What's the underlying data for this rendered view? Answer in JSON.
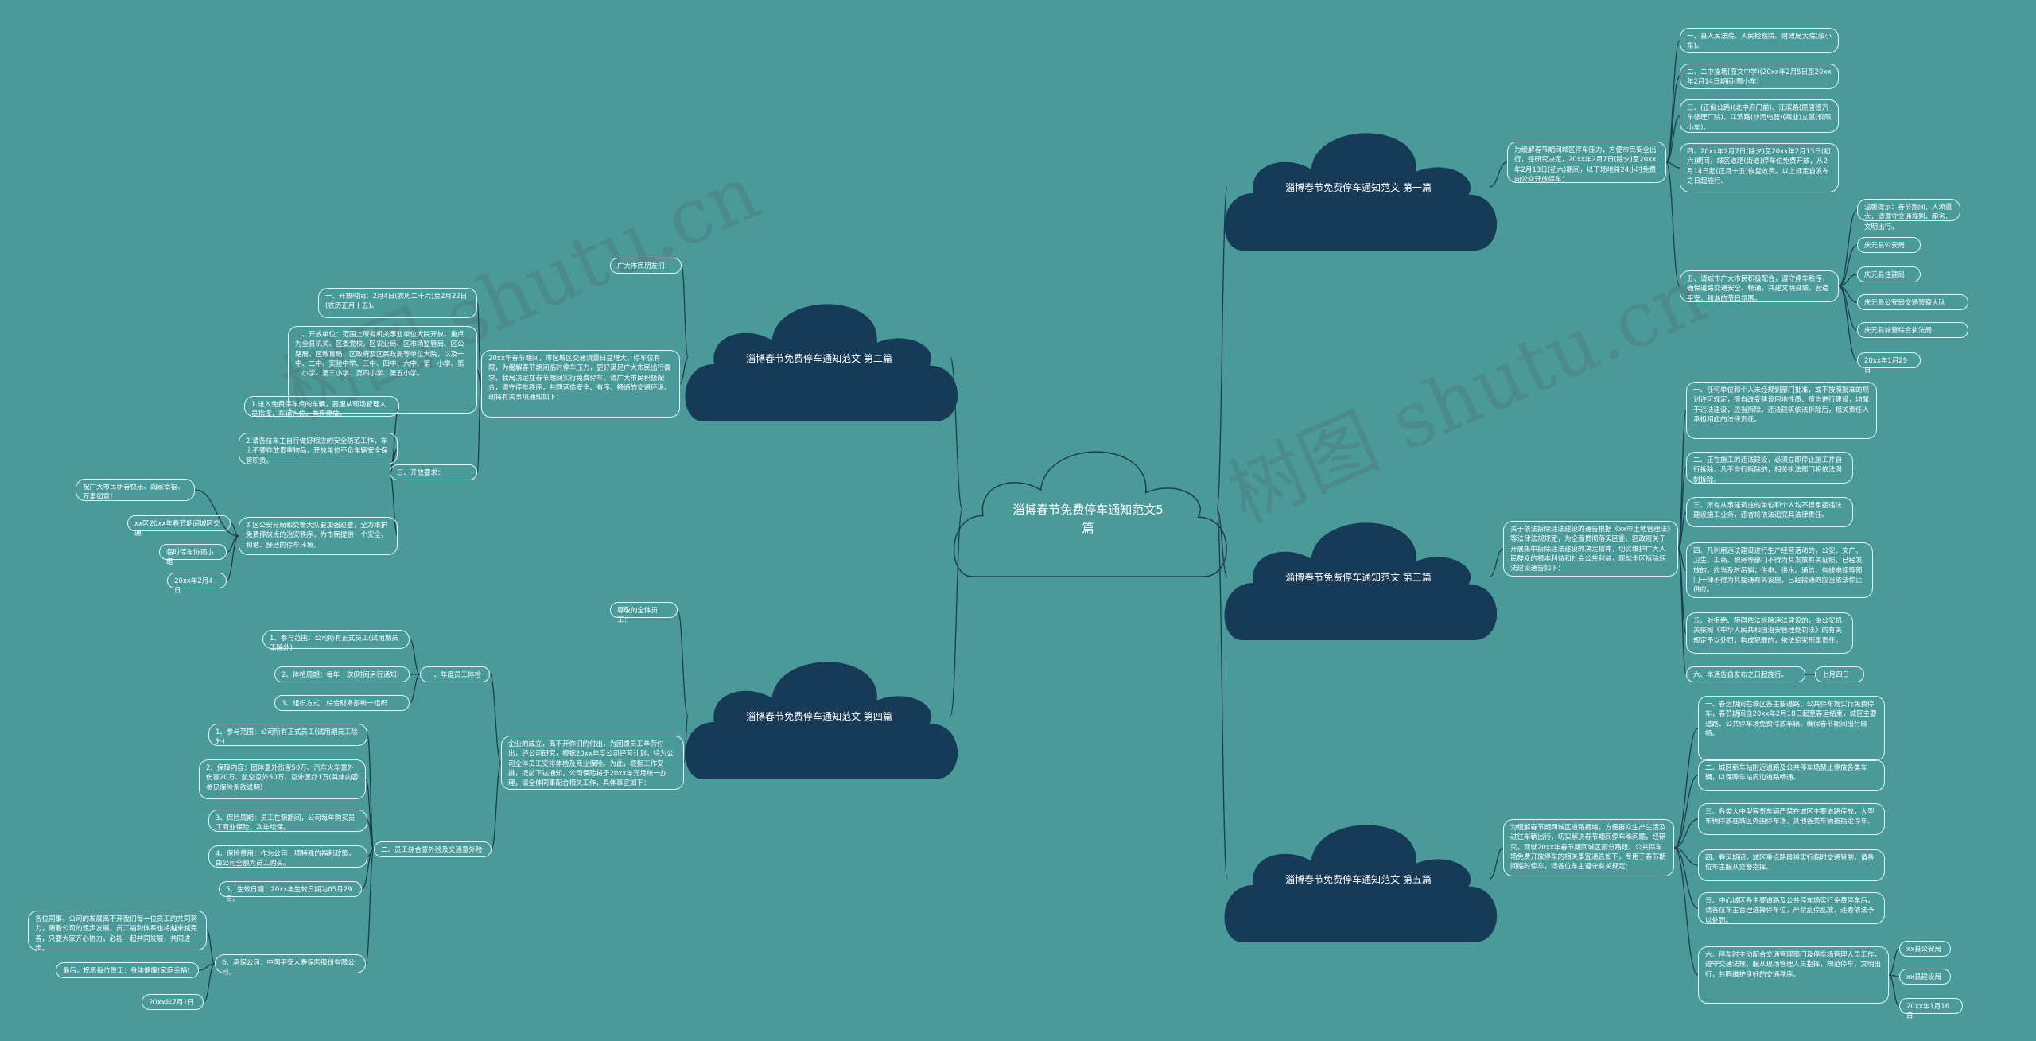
{
  "watermark": "树图 shutu.cn",
  "center": {
    "title": "淄博春节免费停车通知范文5篇"
  },
  "branches": [
    {
      "title": "淄博春节免费停车通知范文 第一篇",
      "intro": "为缓解春节期间城区停车压力，方便市民安全出行，经研究决定，20xx年2月7日(除夕)至20xx年2月13日(初六)期间，以下场地将24小时免费向公众开放停车：",
      "items": [
        "一、县人民法院、人民检察院、财政局大院(限小车)。",
        "二、二中操场(原文中学)(20xx年2月5日至20xx年2月14日期间(限小车)",
        "三、(正偏公路)(北中府门前)、江滨路(原唐德汽车修理厂院)、江滨路(沙河电器)(商业)立腻(仅限小车)。",
        "四、20xx年2月7日(除夕)至20xx年2月13日(初六)期间，城区道路(街道)停车位免费开放，从2月14日起(正月十五)恢复收费。以上规定自发布之日起施行。",
        "五、请城市广大市民积极配合，遵守停车秩序，确保道路交通安全、畅通，共建文明县城。营造平安、和谐的节日氛围。"
      ],
      "subs": [
        "温馨提示：春节期间，人流量大，请遵守交通规则，服务、文明出行。",
        "庆元县公安局",
        "庆元县住建局",
        "庆元县公安局交通警察大队",
        "庆元县城管综合执法局",
        "20xx年1月29日"
      ]
    },
    {
      "title": "淄博春节免费停车通知范文 第二篇",
      "greeting": "广大市民朋友们：",
      "intro": "20xx年春节期间，市区城区交通流量日益增大，停车位有限，为缓解春节期间临时停车压力，更好满足广大市民出行需求，我局决定在春节期间实行免费停车。请广大市民积极配合，遵守停车秩序，共同营造安全、有序、畅通的交通环境。现将有关事项通知如下：",
      "items": [
        "一、开放时间：2月4日(农历二十六)至2月22日(农历正月十五)。",
        "二、开放单位：范围上所有机关事业单位大院开放，重点为全县机关、区委党校、区农业局、区市场监管局、区公路局、区教育局、区政府及区民政局等单位大院，以及一中、二中、实验中学、三中、四中、六中、第一小学、第二小学、第三小学、第四小学、第五小学。",
        "三、开放要求："
      ],
      "req": [
        "1.进入免费停车点的车辆，要服从现场管理人员指挥，车辆入位、有序停放。",
        "2.请各位车主自行做好相应的安全防范工作，车上不要存放贵重物品，开放单位不负车辆安全保管职责。",
        "3.区公安分局和交警大队要加强巡查，全力维护免费停放点的治安秩序，为市民提供一个安全、和谐、舒适的停车环境。"
      ],
      "subs": [
        "祝广大市民新春快乐、阖家幸福、万事如意！",
        "xx区20xx年春节期间城区交通",
        "临时停车协调小组",
        "20xx年2月4日"
      ]
    },
    {
      "title": "淄博春节免费停车通知范文 第三篇",
      "intro": "关于依法拆除违法建设的通告根据《xx市土地管理法》等法律法规规定，为全面贯彻落实区委、区政府关于开展集中拆除违法建设的决定精神，切实维护广大人民群众的根本利益和社会公共利益，现就全区拆除违法建设通告如下：",
      "items": [
        "一、任何单位和个人未经规划部门批准，或不按照批准的规划许可规定，擅自改变建设用地性质、擅自进行建设，均属于违法建设，应当拆除。违法建筑依法拆除后，相关责任人承担相应的法律责任。",
        "二、正在施工的违法建设，必须立即停止施工并自行拆除，凡不自行拆除的，相关执法部门将依法强制拆除。",
        "三、所有从事建筑业的单位和个人均不得承接违法建设施工业务，违者将依法追究其法律责任。",
        "四、凡利用违法建设进行生产经营活动的，公安、文广、卫生、工商、税务等部门不得为其发放有关证照，已经发放的，应当及时吊销；供电、供水、通信、有线电视等部门一律不得为其接通有关设施，已经接通的应当依法停止供应。",
        "五、对拒绝、阻碍依法拆除违法建设的，由公安机关依照《中华人民共和国治安管理处罚法》的有关规定予以处罚；构成犯罪的，依法追究刑事责任。",
        "六、本通告自发布之日起施行。"
      ],
      "date": "七月四日"
    },
    {
      "title": "淄博春节免费停车通知范文 第四篇",
      "greeting": "尊敬的全体员工：",
      "intro": "企业的成立，离不开你们的付出，为回馈员工辛劳付出，经公司研究，根据20xx年度公司经营计划，特为公司全体员工安排体检及商业保险。为此，根据工作安排，提前下达通知，公司保险将于20xx年元月统一办理，请全体同事配合相关工作，具体事宜如下：",
      "items": [
        "一、年度员工体检",
        "二、员工综合意外险及交通意外险"
      ],
      "exam": [
        "1、参与范围：公司所有正式员工(试用期员工除外)",
        "2、体检周期：每年一次(时间另行通知)",
        "3、组织方式：综合财务部统一组织"
      ],
      "ins": [
        "1、参与范围：公司所有正式员工(试用期员工除外)",
        "2、保障内容：团体意外伤害50万、汽车火车意外伤害20万、航空意外50万、意外医疗1万(具体内容参见保险条款说明)",
        "3、保险周期：员工在职期间，公司每年购买员工商业保险，次年续保。",
        "4、保险费用：作为公司一项特殊的福利政策，由公司全额为员工购买。",
        "5、生效日期：20xx年生效日期为05月29日。",
        "6、承保公司：中国平安人寿保险股份有限公司。"
      ],
      "subs": [
        "各位同事，公司的发展离不开我们每一位员工的共同努力，随着公司的逐步发展，员工福利体系也将越来越完善，只要大家齐心协力，必能一起共同发展，共同进步。",
        "最后，祝愿每位员工：身体健康!家庭幸福!",
        "20xx年7月1日"
      ]
    },
    {
      "title": "淄博春节免费停车通知范文 第五篇",
      "intro": "为缓解春节期间城区道路拥堵，方便群众生产生活及过往车辆出行，切实解决春节期间停车难问题，经研究，现就20xx年春节期间城区部分路段、公共停车场免费开放停车的相关事宜通告如下，专用于春节期间临时停车，请各位车主遵守有关规定：",
      "items": [
        "一、春运期间在城区各主要道路、公共停车场实行免费停车，春节期间自20xx年2月18日起至春运结束，城区主要道路、公共停车场免费停放车辆，确保春节期间出行顺畅。",
        "二、城区新车站附近道路及公共停车场禁止停放各类车辆，以保障车站周边道路畅通。",
        "三、各类大中型客货车辆严禁在城区主要道路停放，大型车辆停放在城区外围停车场，其他各类车辆按指定停车。",
        "四、春运期间，城区重点路段将实行临时交通管制，请各位车主服从交警指挥。",
        "五、中心城区各主要道路及公共停车场实行免费停车后，请各位车主合理选择停车位，严禁乱停乱放，违者依法予以处罚。",
        "六、停车时主动配合交通管理部门及停车场管理人员工作，遵守交通法规，服从现场管理人员指挥，规范停车，文明出行，共同维护良好的交通秩序。"
      ],
      "subs": [
        "xx县公安局",
        "xx县建设局",
        "20xx年1月16日"
      ]
    }
  ]
}
